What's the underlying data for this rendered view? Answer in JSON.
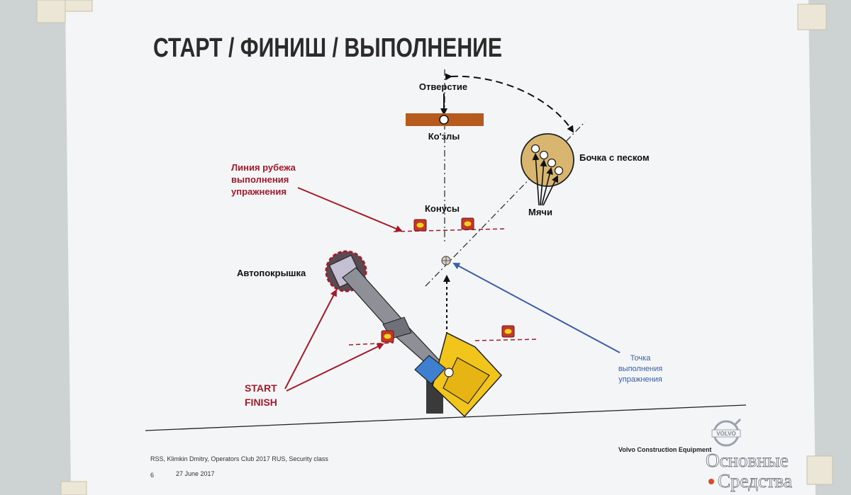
{
  "title": "СТАРТ / ФИНИШ / ВЫПОЛНЕНИЕ",
  "labels": {
    "hole": "Отверстие",
    "trestle": "Ко'злы",
    "barrel": "Бочка с песком",
    "balls": "Мячи",
    "cones": "Конусы",
    "boundary_line_1": "Линия рубежа",
    "boundary_line_2": "выполнения",
    "boundary_line_3": "упражнения",
    "tire": "Автопокрышка",
    "start": "START",
    "finish": "FINISH",
    "exec_point_1": "Точка",
    "exec_point_2": "выполнения",
    "exec_point_3": "упражнения"
  },
  "footer": {
    "line1": "RSS, Klimkin Dmitry, Operators Club 2017 RUS, Security class",
    "page": "6",
    "date": "27 June 2017",
    "company": "Volvo Construction Equipment",
    "logo_text": "VOLVO"
  },
  "watermark": {
    "line1": "Основные",
    "line2": "Средства"
  },
  "colors": {
    "paper": "#f4f5f6",
    "dark_red": "#a31b2a",
    "blue": "#3d5fa8",
    "brown": "#b75a1d",
    "tan": "#d9b66f",
    "yellow": "#f2c51d",
    "machine_blue": "#3f7fd0",
    "grey": "#8e9097"
  }
}
